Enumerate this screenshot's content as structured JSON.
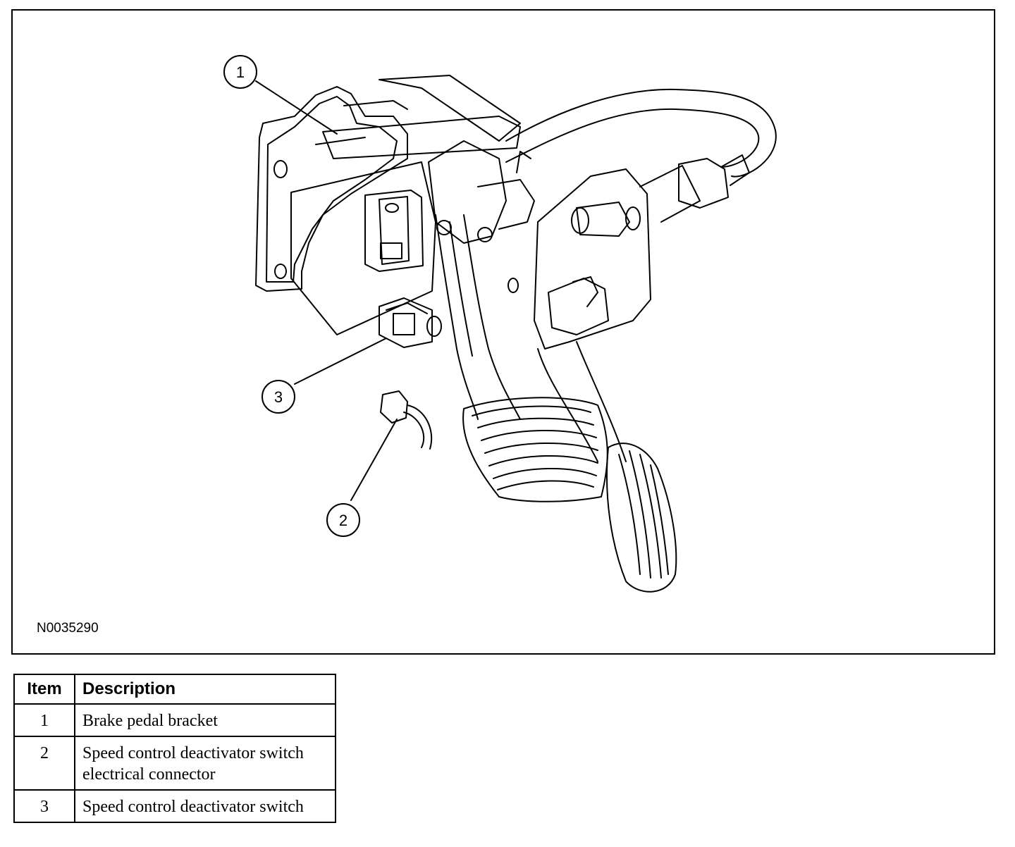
{
  "figure": {
    "id": "N0035290",
    "callouts": [
      "1",
      "2",
      "3"
    ]
  },
  "legend": {
    "headers": {
      "item": "Item",
      "description": "Description"
    },
    "rows": [
      {
        "item": "1",
        "description": "Brake pedal bracket"
      },
      {
        "item": "2",
        "description": "Speed control deactivator switch electrical connector"
      },
      {
        "item": "3",
        "description": "Speed control deactivator switch"
      }
    ]
  }
}
